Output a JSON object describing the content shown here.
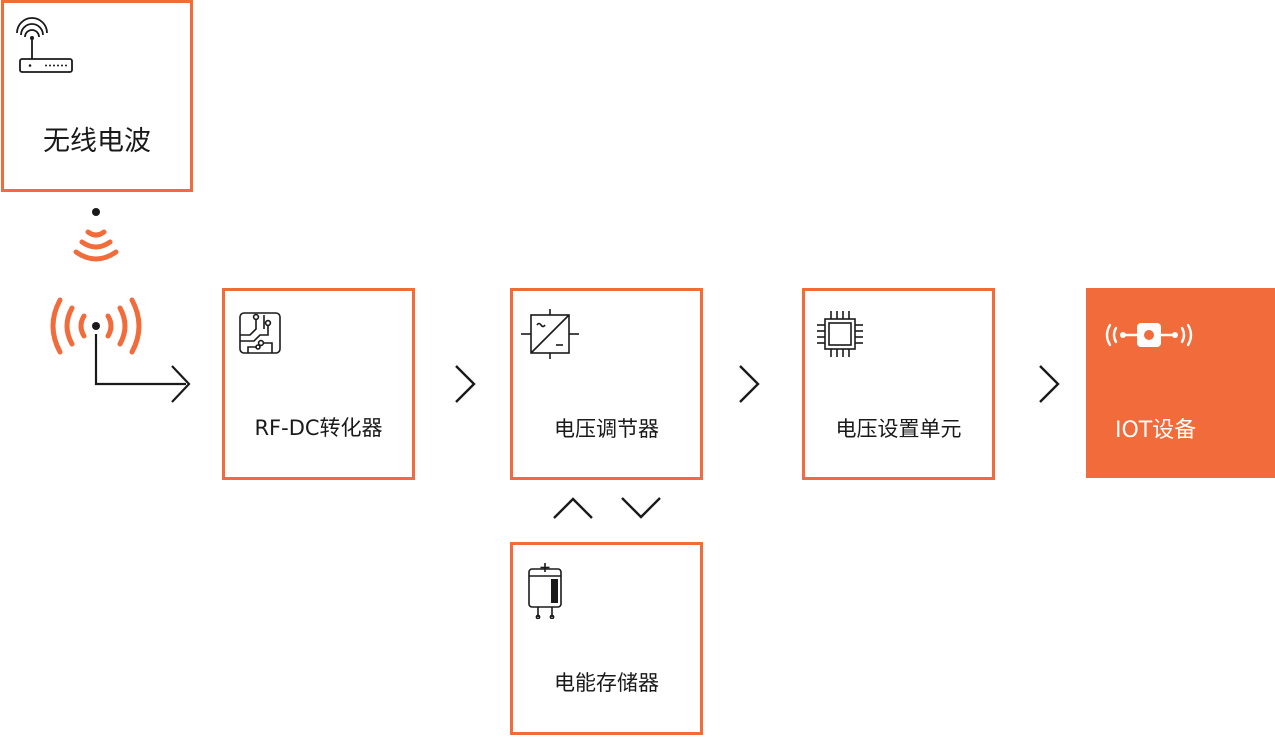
{
  "colors": {
    "accent": "#f26b3a",
    "text": "#1a1a1a",
    "filled_text": "#ffffff"
  },
  "nodes": {
    "wireless": {
      "label": "无线电波",
      "icon": "router-icon"
    },
    "rf_dc": {
      "label": "RF-DC转化器",
      "icon": "circuit-board-icon"
    },
    "regulator": {
      "label": "电压调节器",
      "icon": "dc-converter-icon"
    },
    "setting": {
      "label": "电压设置单元",
      "icon": "chip-icon"
    },
    "iot": {
      "label": "IOT设备",
      "icon": "iot-signal-icon"
    },
    "storage": {
      "label": "电能存储器",
      "icon": "capacitor-icon"
    }
  },
  "connectors": [
    "wave-icon",
    "antenna-icon",
    "arrow-right-icon",
    "chevron-right-icon",
    "chevron-up-icon",
    "chevron-down-icon"
  ]
}
